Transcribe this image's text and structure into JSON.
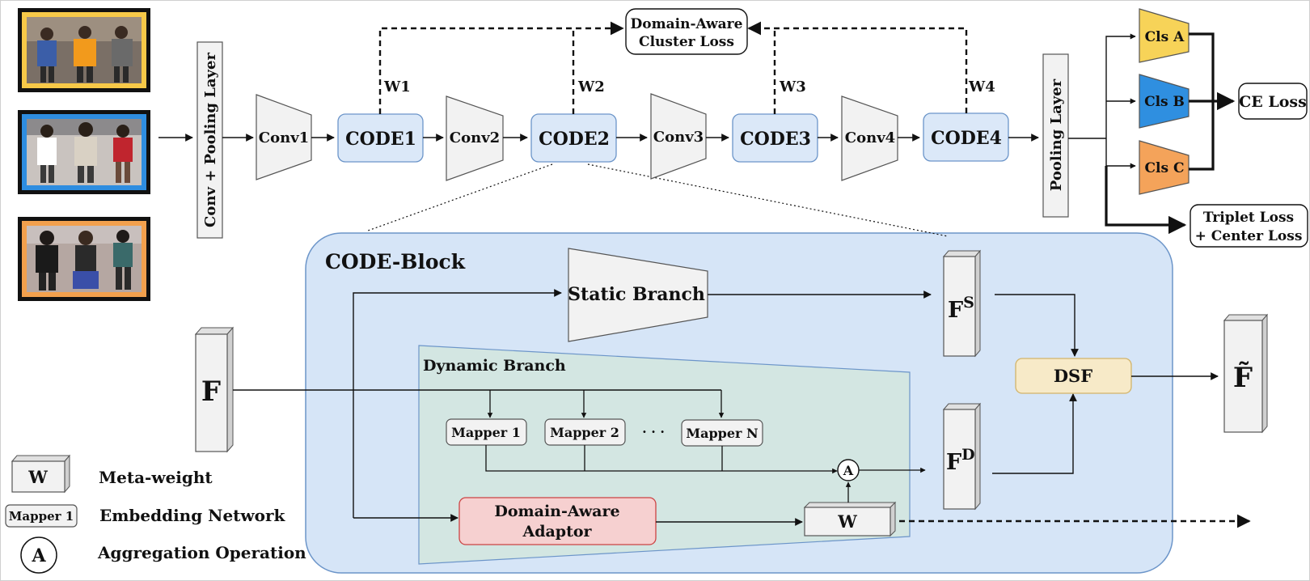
{
  "backbone": {
    "input_layer": "Conv + Pooling Layer",
    "convs": [
      "Conv1",
      "Conv2",
      "Conv3",
      "Conv4"
    ],
    "codes": [
      "CODE1",
      "CODE2",
      "CODE3",
      "CODE4"
    ],
    "weights": [
      "W1",
      "W2",
      "W3",
      "W4"
    ],
    "pooling": "Pooling Layer"
  },
  "losses": {
    "cluster_line1": "Domain-Aware",
    "cluster_line2": "Cluster Loss",
    "ce": "CE Loss",
    "triplet_line1": "Triplet Loss",
    "triplet_line2": "+ Center Loss"
  },
  "classifiers": [
    {
      "label": "Cls A",
      "color": "#f7d358"
    },
    {
      "label": "Cls B",
      "color": "#2f8fe0"
    },
    {
      "label": "Cls C",
      "color": "#f4a35a"
    }
  ],
  "image_frames": [
    {
      "color": "#f7c948"
    },
    {
      "color": "#2e8de0"
    },
    {
      "color": "#f2a04d"
    }
  ],
  "code_block": {
    "title": "CODE-Block",
    "input": "F",
    "static_branch": "Static Branch",
    "dynamic_branch": "Dynamic Branch",
    "mappers": [
      "Mapper 1",
      "Mapper 2",
      "Mapper N"
    ],
    "ellipsis": "· · ·",
    "aggregation": "A",
    "adaptor_line1": "Domain-Aware",
    "adaptor_line2": "Adaptor",
    "meta_weight": "W",
    "fs_main": "F",
    "fs_sup": "S",
    "fd_main": "F",
    "fd_sup": "D",
    "dsf": "DSF",
    "output": "F̃"
  },
  "legend": [
    {
      "symbol": "W",
      "label": "Meta-weight"
    },
    {
      "symbol": "Mapper 1",
      "label": "Embedding Network"
    },
    {
      "symbol": "A",
      "label": "Aggregation Operation"
    }
  ],
  "colors": {
    "code_box": "#dbe8f8",
    "code_block_bg": "#d6e5f7",
    "dynamic_bg": "#d3e6e2",
    "adaptor": "#f6d0d0",
    "dsf": "#f7eac8"
  }
}
